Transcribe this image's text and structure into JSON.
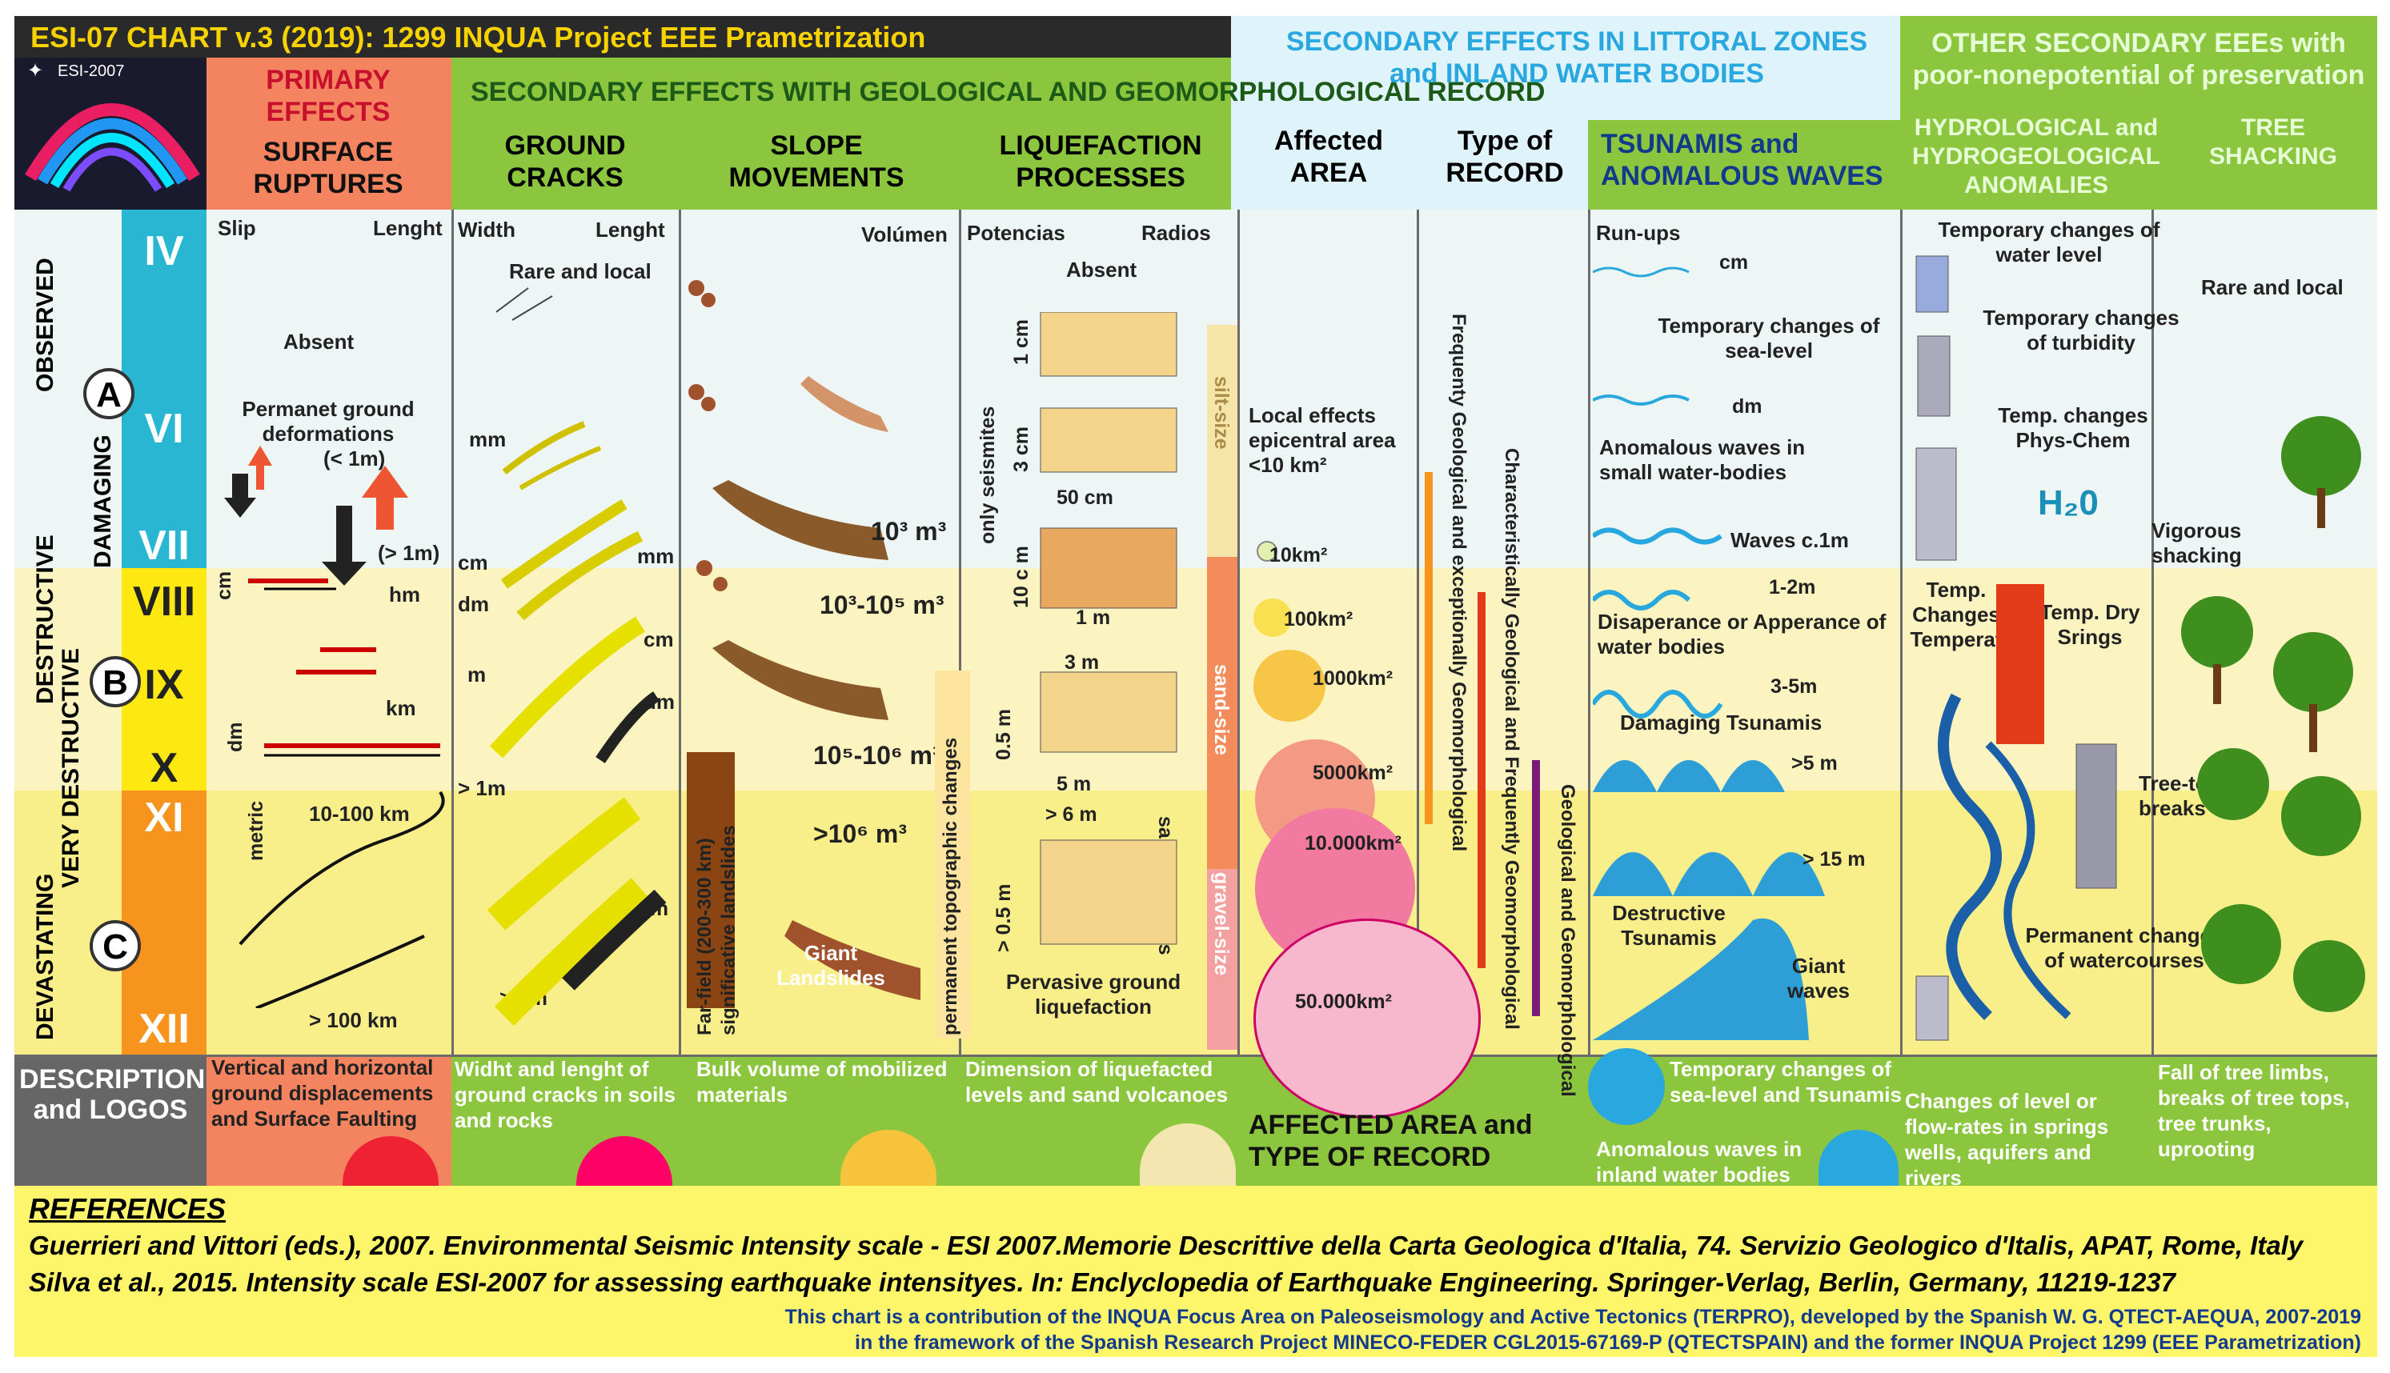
{
  "title": "ESI-07 CHART v.3 (2019): 1299 INQUA Project EEE Prametrization",
  "logo_label": "ESI-2007",
  "headers": {
    "primary": "PRIMARY EFFECTS",
    "surface": "SURFACE RUPTURES",
    "secondary_geo": "SECONDARY EFFECTS WITH GEOLOGICAL AND GEOMORPHOLOGICAL RECORD",
    "ground_cracks": "GROUND CRACKS",
    "slope": "SLOPE MOVEMENTS",
    "liquefaction": "LIQUEFACTION PROCESSES",
    "affected_area": "Affected AREA",
    "type_record": "Type of RECORD",
    "littoral": "SECONDARY EFFECTS IN LITTORAL ZONES and INLAND WATER BODIES",
    "tsunamis": "TSUNAMIS and ANOMALOUS WAVES",
    "other": "OTHER SECONDARY EEEs with poor-nonepotential of preservation",
    "hydro": "HYDROLOGICAL and HYDROGEOLOGICAL ANOMALIES",
    "tree": "TREE SHACKING"
  },
  "levels": {
    "observed": "OBSERVED",
    "damaging": "DAMAGING",
    "destructive": "DESTRUCTIVE",
    "very_destructive": "VERY DESTRUCTIVE",
    "devastating": "DEVASTATING",
    "a": "A",
    "b": "B",
    "c": "C",
    "iv": "IV",
    "vi": "VI",
    "vii": "VII",
    "viii": "VIII",
    "ix": "IX",
    "x": "X",
    "xi": "XI",
    "xii": "XII"
  },
  "subheads": {
    "slip": "Slip",
    "lenght": "Lenght",
    "width": "Width",
    "lenght2": "Lenght",
    "volumen": "Volúmen",
    "potencias": "Potencias",
    "radios": "Radios",
    "runups": "Run-ups"
  },
  "surface": {
    "absent": "Absent",
    "permanent": "Permanet ground deformations",
    "lt1m": "(< 1m)",
    "gt1m": "(> 1m)",
    "cm": "cm",
    "dm": "dm",
    "metric": "metric",
    "hm": "hm",
    "km": "km",
    "k10_100": "10-100  km",
    "k100": "> 100 km"
  },
  "cracks": {
    "rare": "Rare and local",
    "mm": "mm",
    "cm": "cm",
    "mm2": "mm",
    "dm": "dm",
    "cm2": "cm",
    "m": "m",
    "dm2": "dm",
    "gt1m": "> 1m",
    "m2": "m",
    "gt5m": "> 5m"
  },
  "slope": {
    "v1": "10³ m³",
    "v2": "10³-10⁵ m³",
    "v3": "10⁵-10⁶ m³",
    "v4": ">10⁶ m³",
    "farfield": "Far-field (200-300 km) significative landslides",
    "giant": "Giant Landslides"
  },
  "liq": {
    "absent": "Absent",
    "only": "only seismites",
    "c1": "1 cm",
    "c3": "3 cm",
    "c50": "50 cm",
    "c10": "10 c m",
    "m1": "1 m",
    "m3": "3 m",
    "m05": "0.5 m",
    "m5": "5 m",
    "m6": "> 6 m",
    "m05b": "> 0.5 m",
    "sand_volc": "sand volcanos",
    "silt": "silt-size",
    "sand": "sand-size",
    "gravel": "gravel-size",
    "perm_topo": "permanent topographic changes",
    "pervasive": "Pervasive ground liquefaction"
  },
  "area": {
    "local": "Local effects epicentral area <10 km²",
    "a10": "10km²",
    "a100": "100km²",
    "a1000": "1000km²",
    "a5000": "5000km²",
    "a10000": "10.000km²",
    "a50000": "50.000km²"
  },
  "record": {
    "r1": "Frequenty Geological and exceptionally Geomorphological",
    "r2": "Characteristically Geological and Frequently Geomorphological",
    "r3": "Geological and Geomorphological"
  },
  "tsunami": {
    "cm": "cm",
    "temp_sea": "Temporary changes of sea-level",
    "dm": "dm",
    "anom_small": "Anomalous waves in small water-bodies",
    "waves1": "Waves c.1m",
    "m12": "1-2m",
    "disap": "Disaperance or Apperance of water bodies",
    "m35": "3-5m",
    "damaging": "Damaging Tsunamis",
    "gt5": ">5  m",
    "gt15": "> 15 m",
    "destructive": "Destructive Tsunamis",
    "giant": "Giant waves"
  },
  "hydro": {
    "t1": "Temporary changes of water level",
    "t2": "Temporary changes of turbidity",
    "t3": "Temp. changes Phys-Chem",
    "t4": "Temp. Changes Temperat",
    "t5": "Temp. Dry Srings",
    "h2o": "H₂0",
    "perm": "Permanent changes of watercourses"
  },
  "tree": {
    "rare": "Rare and local",
    "vig": "Vigorous shacking",
    "breaks": "Tree-tops breaks"
  },
  "description": {
    "label": "DESCRIPTION and LOGOS",
    "surface": "Vertical and horizontal ground displacements and Surface Faulting",
    "cracks": "Widht and lenght of ground cracks in soils   and rocks",
    "slope": "Bulk volume of mobilized materials",
    "liq": "Dimension of liquefacted levels and sand volcanoes",
    "area": "AFFECTED AREA and TYPE OF RECORD",
    "tsu1": "Temporary changes of sea-level and  Tsunamis",
    "tsu2": "Anomalous waves in inland water bodies",
    "hydro": "Changes of level or flow-rates in springs wells, aquifers and rivers",
    "tree": "Fall of tree limbs, breaks of tree tops, tree trunks, uprooting"
  },
  "references": {
    "label": "REFERENCES",
    "ref1": "Guerrieri and Vittori (eds.), 2007. Environmental Seismic Intensity scale - ESI 2007.Memorie Descrittive della Carta Geologica d'Italia, 74. Servizio Geologico d'Italis, APAT, Rome, Italy",
    "ref2": "Silva  et al., 2015.  Intensity scale ESI-2007 for assessing earthquake intensityes. In: Enclyclopedia of Earthquake Engineering.  Springer-Verlag, Berlin, Germany, 11219-1237",
    "credit1": "This chart is a contribution of the INQUA Focus Area on Paleoseismology and Active Tectonics (TERPRO), developed by the Spanish W. G. QTECT-AEQUA, 2007-2019",
    "credit2": "in the framework of the Spanish Research Project MINECO-FEDER CGL2015-67169-P (QTECTSPAIN) and the former INQUA Project 1299 (EEE Parametrization)"
  },
  "colors": {
    "dark_header": "#2a2a2a",
    "title_text": "#f6d200",
    "primary_bg": "#f4845f",
    "green_bg": "#8cc63f",
    "light_blue": "#dff3fb",
    "cyan": "#29b6d3",
    "yellow": "#fde911",
    "orange": "#f7941d",
    "zone_observed": "#eef5f5",
    "zone_destructive": "#fbf3c0",
    "zone_devastating": "#f8ef8a"
  }
}
